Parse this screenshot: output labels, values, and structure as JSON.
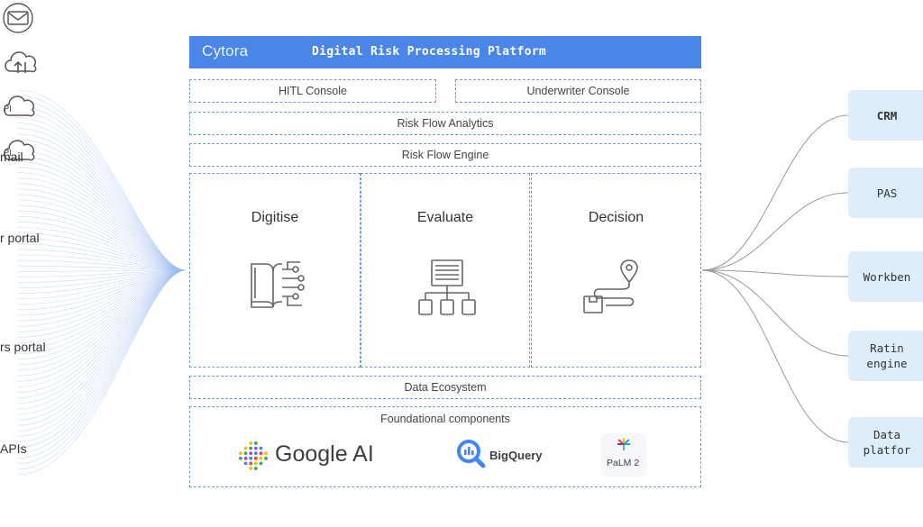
{
  "header": {
    "brand": "Cytora",
    "title": "Digital Risk Processing Platform"
  },
  "inputs": [
    {
      "label": "mail",
      "icon": "mail-icon"
    },
    {
      "label": "r portal",
      "icon": "cloud-upload-icon"
    },
    {
      "label": "rs portal",
      "icon": "api-cloud-icon"
    },
    {
      "label": "APIs",
      "icon": "api-cloud-icon"
    }
  ],
  "consoles": {
    "hitl": "HITL Console",
    "underwriter": "Underwriter Console"
  },
  "analytics": "Risk Flow Analytics",
  "engine": "Risk Flow Engine",
  "stages": [
    {
      "label": "Digitise",
      "icon": "book-circuit-icon"
    },
    {
      "label": "Evaluate",
      "icon": "document-hierarchy-icon"
    },
    {
      "label": "Decision",
      "icon": "route-pin-icon"
    }
  ],
  "data_ecosystem": "Data Ecosystem",
  "foundational": {
    "title": "Foundational components",
    "google_ai": "Google AI",
    "bigquery": "BigQuery",
    "palm": "PaLM 2"
  },
  "outputs": [
    {
      "line1": "CRM",
      "line2": ""
    },
    {
      "line1": "PAS",
      "line2": ""
    },
    {
      "line1": "Workben",
      "line2": ""
    },
    {
      "line1": "Ratin",
      "line2": "engine"
    },
    {
      "line1": "Data",
      "line2": "platfor"
    }
  ],
  "colors": {
    "accent": "#4a86e8",
    "dashed_border": "#6a9ce8",
    "output_bg": "#ddeefa",
    "wires_left": "#9dbcf0",
    "wires_right": "#9a9a9a"
  }
}
